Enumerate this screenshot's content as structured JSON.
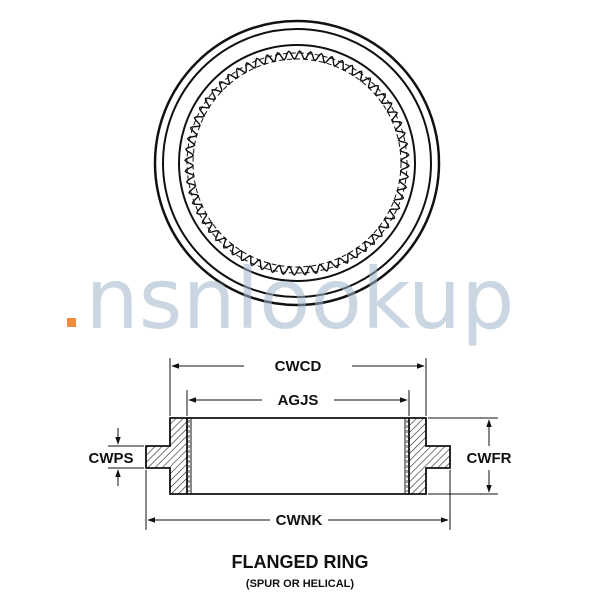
{
  "watermark": {
    "text": "nsnlookup",
    "dot_color": "#f08a3c",
    "text_color": "#9fb8cc"
  },
  "dimensions": {
    "outer_flange_diameter": "CWCD",
    "inner_bore_diameter": "AGJS",
    "flange_thickness": "CWPS",
    "face_width": "CWFR",
    "overall_diameter": "CWNK"
  },
  "title": "FLANGED RING",
  "subtitle": "(SPUR OR HELICAL)"
}
